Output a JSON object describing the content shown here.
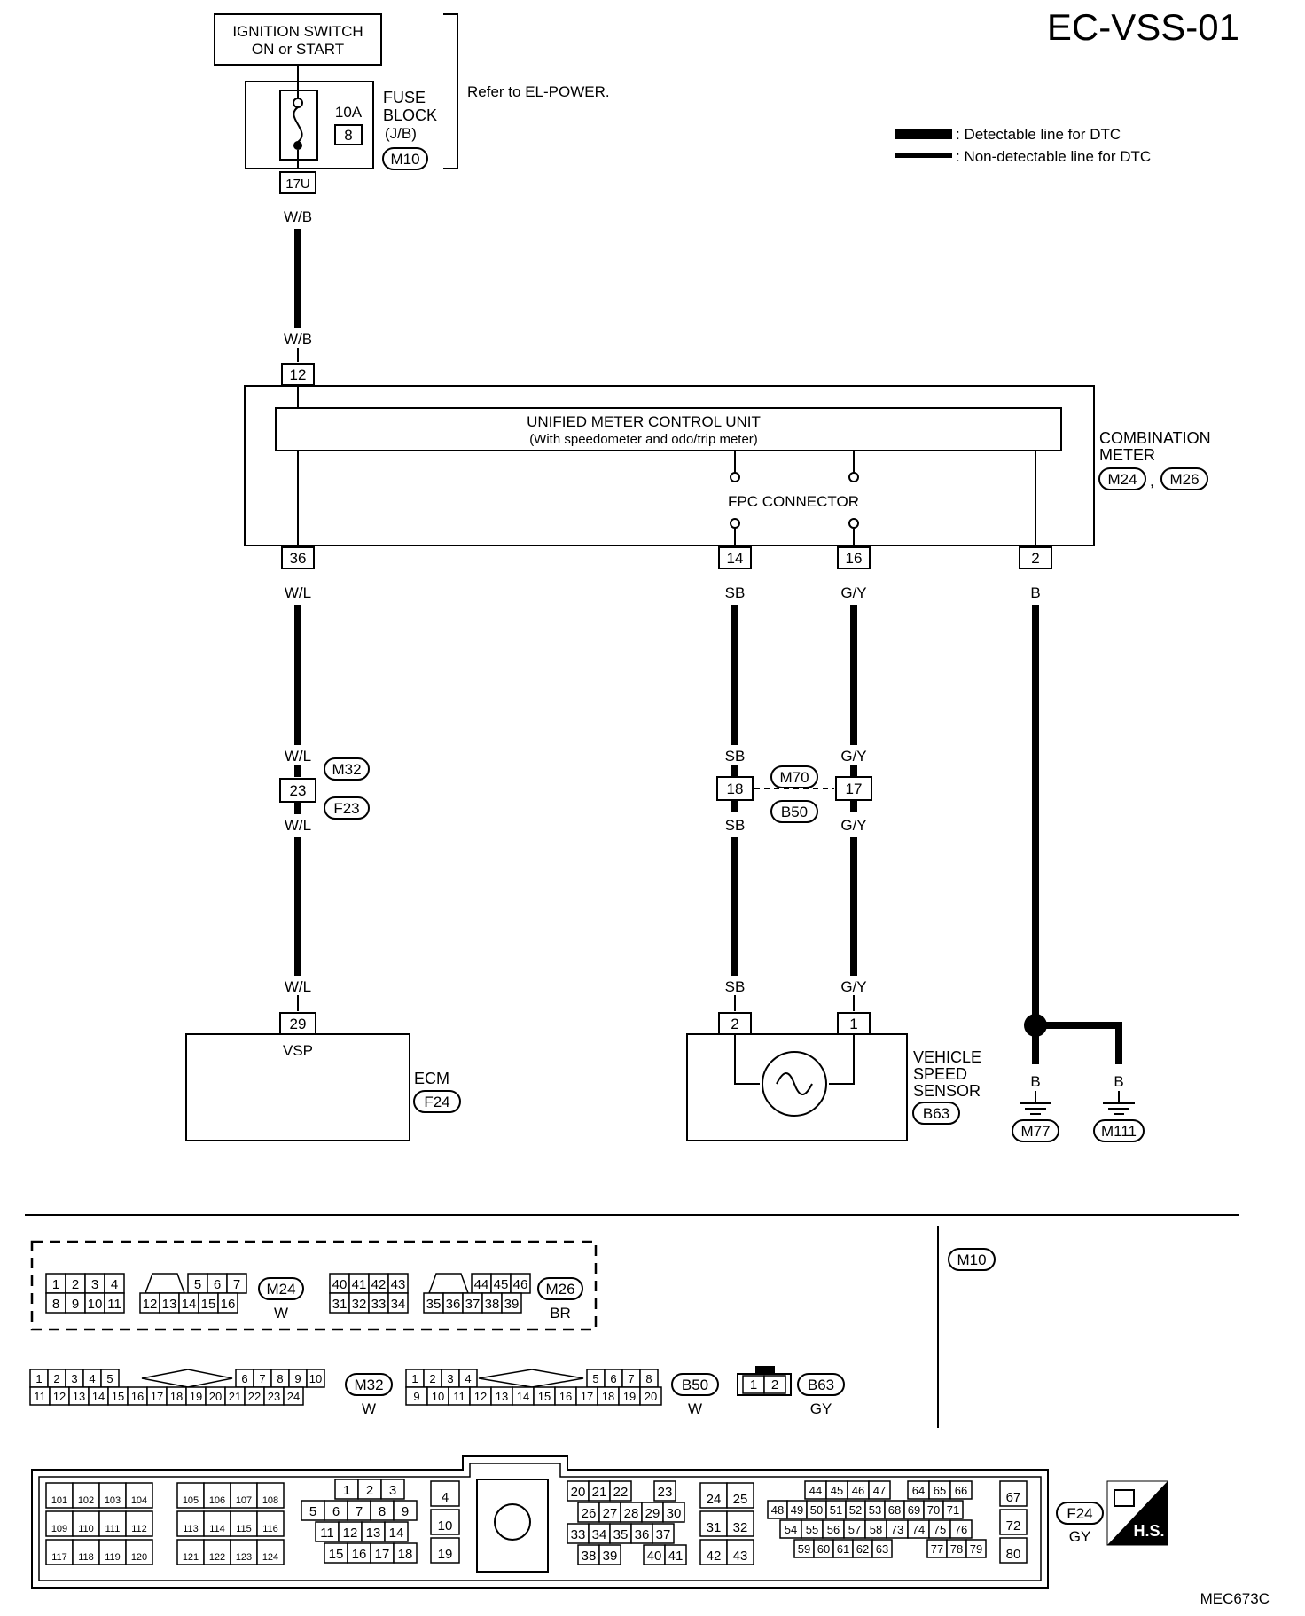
{
  "title": "EC-VSS-01",
  "figure_code": "MEC673C",
  "legend": {
    "detectable": ": Detectable line for DTC",
    "nondetectable": ": Non-detectable line for DTC"
  },
  "ignition": {
    "line1": "IGNITION SWITCH",
    "line2": "ON or START"
  },
  "fuse_block": {
    "rating": "10A",
    "fuse_no": "8",
    "label1": "FUSE",
    "label2": "BLOCK",
    "label3": "(J/B)",
    "connector": "M10",
    "terminal": "17U"
  },
  "refer": "Refer to EL-POWER.",
  "wires": {
    "wb": "W/B",
    "wl": "W/L",
    "sb": "SB",
    "gy": "G/Y",
    "b": "B"
  },
  "combination_meter": {
    "unit_line1": "UNIFIED METER CONTROL UNIT",
    "unit_line2": "(With speedometer and odo/trip meter)",
    "label1": "COMBINATION",
    "label2": "METER",
    "conn1": "M24",
    "conn2": "M26",
    "fpc": "FPC CONNECTOR",
    "pin_in": "12",
    "pins_out": [
      "36",
      "14",
      "16",
      "2"
    ]
  },
  "junctions": {
    "m32": "M32",
    "f23": "F23",
    "pin23": "23",
    "m70": "M70",
    "b50": "B50",
    "pin18": "18",
    "pin17": "17"
  },
  "ecm": {
    "pin": "29",
    "terminal": "VSP",
    "label": "ECM",
    "connector": "F24"
  },
  "vss": {
    "pin_a": "2",
    "pin_b": "1",
    "label1": "VEHICLE",
    "label2": "SPEED",
    "label3": "SENSOR",
    "connector": "B63"
  },
  "grounds": {
    "g1": "M77",
    "g2": "M111"
  },
  "connectors": {
    "m24": {
      "id": "M24",
      "color": "W",
      "row1": [
        "1",
        "2",
        "3",
        "4",
        "5",
        "6",
        "7"
      ],
      "row2": [
        "8",
        "9",
        "10",
        "11",
        "12",
        "13",
        "14",
        "15",
        "16"
      ]
    },
    "m26": {
      "id": "M26",
      "color": "BR",
      "row1": [
        "40",
        "41",
        "42",
        "43",
        "44",
        "45",
        "46"
      ],
      "row2": [
        "31",
        "32",
        "33",
        "34",
        "35",
        "36",
        "37",
        "38",
        "39"
      ]
    },
    "m10": {
      "id": "M10"
    },
    "m32": {
      "id": "M32",
      "color": "W",
      "row1": [
        "1",
        "2",
        "3",
        "4",
        "5",
        "6",
        "7",
        "8",
        "9",
        "10"
      ],
      "row2": [
        "11",
        "12",
        "13",
        "14",
        "15",
        "16",
        "17",
        "18",
        "19",
        "20",
        "21",
        "22",
        "23",
        "24"
      ]
    },
    "b50": {
      "id": "B50",
      "color": "W",
      "row1": [
        "1",
        "2",
        "3",
        "4",
        "5",
        "6",
        "7",
        "8"
      ],
      "row2": [
        "9",
        "10",
        "11",
        "12",
        "13",
        "14",
        "15",
        "16",
        "17",
        "18",
        "19",
        "20"
      ]
    },
    "b63": {
      "id": "B63",
      "color": "GY",
      "pins": [
        "1",
        "2"
      ]
    },
    "f24": {
      "id": "F24",
      "color": "GY",
      "hs": "H.S.",
      "blockA": [
        [
          "101",
          "102",
          "103",
          "104"
        ],
        [
          "109",
          "110",
          "111",
          "112"
        ],
        [
          "117",
          "118",
          "119",
          "120"
        ]
      ],
      "blockB": [
        [
          "105",
          "106",
          "107",
          "108"
        ],
        [
          "113",
          "114",
          "115",
          "116"
        ],
        [
          "121",
          "122",
          "123",
          "124"
        ]
      ],
      "blockC": [
        [
          "1",
          "2",
          "3"
        ],
        [
          "5",
          "6",
          "7",
          "8",
          "9"
        ],
        [
          "11",
          "12",
          "13",
          "14"
        ],
        [
          "15",
          "16",
          "17",
          "18"
        ]
      ],
      "blockD": [
        "4",
        "10",
        "19"
      ],
      "blockE": [
        [
          "20",
          "21",
          "22",
          "23"
        ],
        [
          "26",
          "27",
          "28",
          "29",
          "30"
        ],
        [
          "33",
          "34",
          "35",
          "36",
          "37"
        ],
        [
          "38",
          "39",
          "40",
          "41"
        ]
      ],
      "blockF": [
        [
          "24",
          "25"
        ],
        [
          "31",
          "32"
        ],
        [
          "42",
          "43"
        ]
      ],
      "blockG": [
        [
          "44",
          "45",
          "46",
          "47",
          "64",
          "65",
          "66"
        ],
        [
          "48",
          "49",
          "50",
          "51",
          "52",
          "53",
          "68",
          "69",
          "70",
          "71"
        ],
        [
          "54",
          "55",
          "56",
          "57",
          "58",
          "73",
          "74",
          "75",
          "76"
        ],
        [
          "59",
          "60",
          "61",
          "62",
          "63",
          "77",
          "78",
          "79"
        ]
      ],
      "blockH": [
        "67",
        "72",
        "80"
      ]
    }
  }
}
